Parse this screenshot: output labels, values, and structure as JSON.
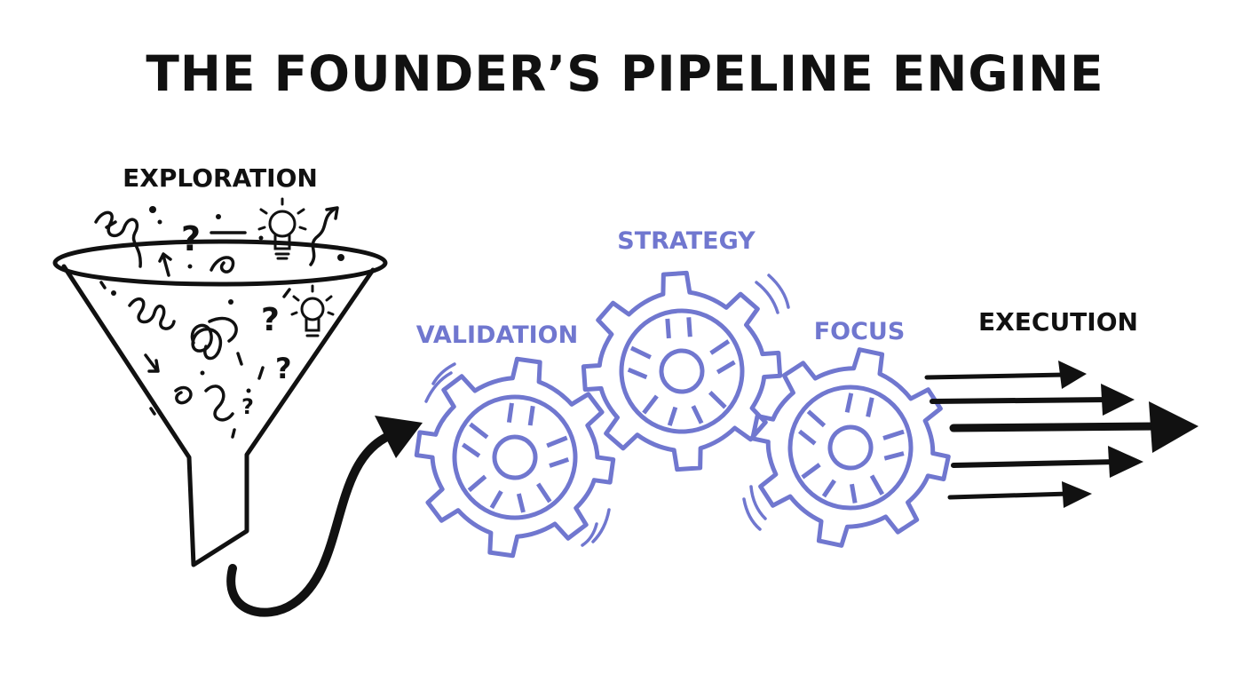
{
  "title": "THE FOUNDER’S PIPELINE ENGINE",
  "stages": {
    "exploration": "EXPLORATION",
    "validation": "VALIDATION",
    "strategy": "STRATEGY",
    "focus": "FOCUS",
    "execution": "EXECUTION"
  },
  "colors": {
    "ink": "#111111",
    "gear": "#7077cf",
    "background": "#ffffff"
  },
  "icons": {
    "funnel": "funnel-icon",
    "lightbulb": "lightbulb-icon",
    "gear": "gear-icon",
    "arrow": "arrow-icon"
  }
}
